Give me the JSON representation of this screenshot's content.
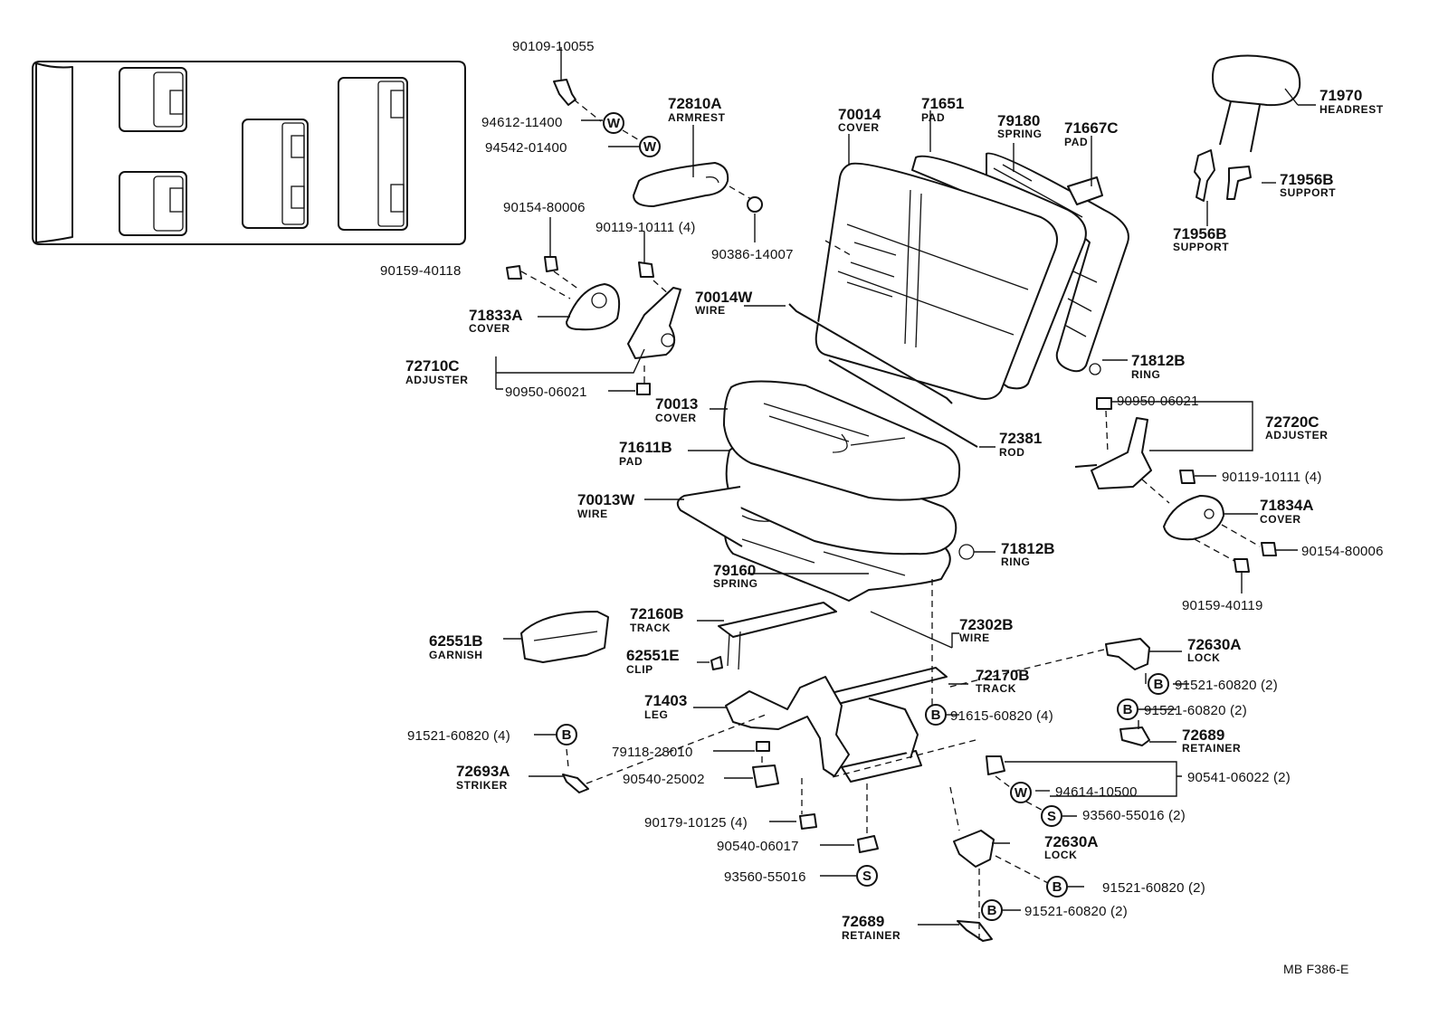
{
  "labels": {
    "p90109": "90109-10055",
    "p94612": "94612-11400",
    "p94542": "94542-01400",
    "p72810A": "72810A",
    "p72810A_name": "ARMREST",
    "p90154a": "90154-80006",
    "p90119a": "90119-10111 (4)",
    "p90386": "90386-14007",
    "p90159a": "90159-40118",
    "p71833A": "71833A",
    "p71833A_name": "COVER",
    "p72710C": "72710C",
    "p72710C_name": "ADJUSTER",
    "p90950a": "90950-06021",
    "p70014": "70014",
    "p70014_name": "COVER",
    "p71651": "71651",
    "p71651_name": "PAD",
    "p79180": "79180",
    "p79180_name": "SPRING",
    "p71667C": "71667C",
    "p71667C_name": "PAD",
    "p71970": "71970",
    "p71970_name": "HEADREST",
    "p71956Ba": "71956B",
    "p71956Ba_name": "SUPPORT",
    "p71956Bb": "71956B",
    "p71956Bb_name": "SUPPORT",
    "p70014W": "70014W",
    "p70014W_name": "WIRE",
    "p71812Ba": "71812B",
    "p71812Ba_name": "RING",
    "p90950b": "90950-06021",
    "p72720C": "72720C",
    "p72720C_name": "ADJUSTER",
    "p70013": "70013",
    "p70013_name": "COVER",
    "p72381": "72381",
    "p72381_name": "ROD",
    "p71611B": "71611B",
    "p71611B_name": "PAD",
    "p90119b": "90119-10111 (4)",
    "p70013W": "70013W",
    "p70013W_name": "WIRE",
    "p71834A": "71834A",
    "p71834A_name": "COVER",
    "p90154b": "90154-80006",
    "p71812Bb": "71812B",
    "p71812Bb_name": "RING",
    "p79160": "79160",
    "p79160_name": "SPRING",
    "p90159b": "90159-40119",
    "p72160B": "72160B",
    "p72160B_name": "TRACK",
    "p72302B": "72302B",
    "p72302B_name": "WIRE",
    "p62551B": "62551B",
    "p62551B_name": "GARNISH",
    "p72630Aa": "72630A",
    "p72630Aa_name": "LOCK",
    "p62551E": "62551E",
    "p62551E_name": "CLIP",
    "p91521a": "91521-60820 (2)",
    "p72170B": "72170B",
    "p72170B_name": "TRACK",
    "p91521b": "91521-60820 (2)",
    "p71403": "71403",
    "p71403_name": "LEG",
    "p91615": "91615-60820 (4)",
    "p72689a": "72689",
    "p72689a_name": "RETAINER",
    "p91521c": "91521-60820 (4)",
    "p79118": "79118-28010",
    "p72693A": "72693A",
    "p72693A_name": "STRIKER",
    "p90540a": "90540-25002",
    "p90541": "90541-06022 (2)",
    "p94614": "94614-10500",
    "p93560a": "93560-55016 (2)",
    "p90179": "90179-10125 (4)",
    "p90540b": "90540-06017",
    "p72630Ab": "72630A",
    "p72630Ab_name": "LOCK",
    "p93560b": "93560-55016",
    "p91521d": "91521-60820 (2)",
    "p72689b": "72689",
    "p72689b_name": "RETAINER",
    "p91521e": "91521-60820 (2)",
    "code": "MB  F386-E"
  },
  "symbols": {
    "washer": "W",
    "bolt": "B",
    "screw": "S"
  }
}
